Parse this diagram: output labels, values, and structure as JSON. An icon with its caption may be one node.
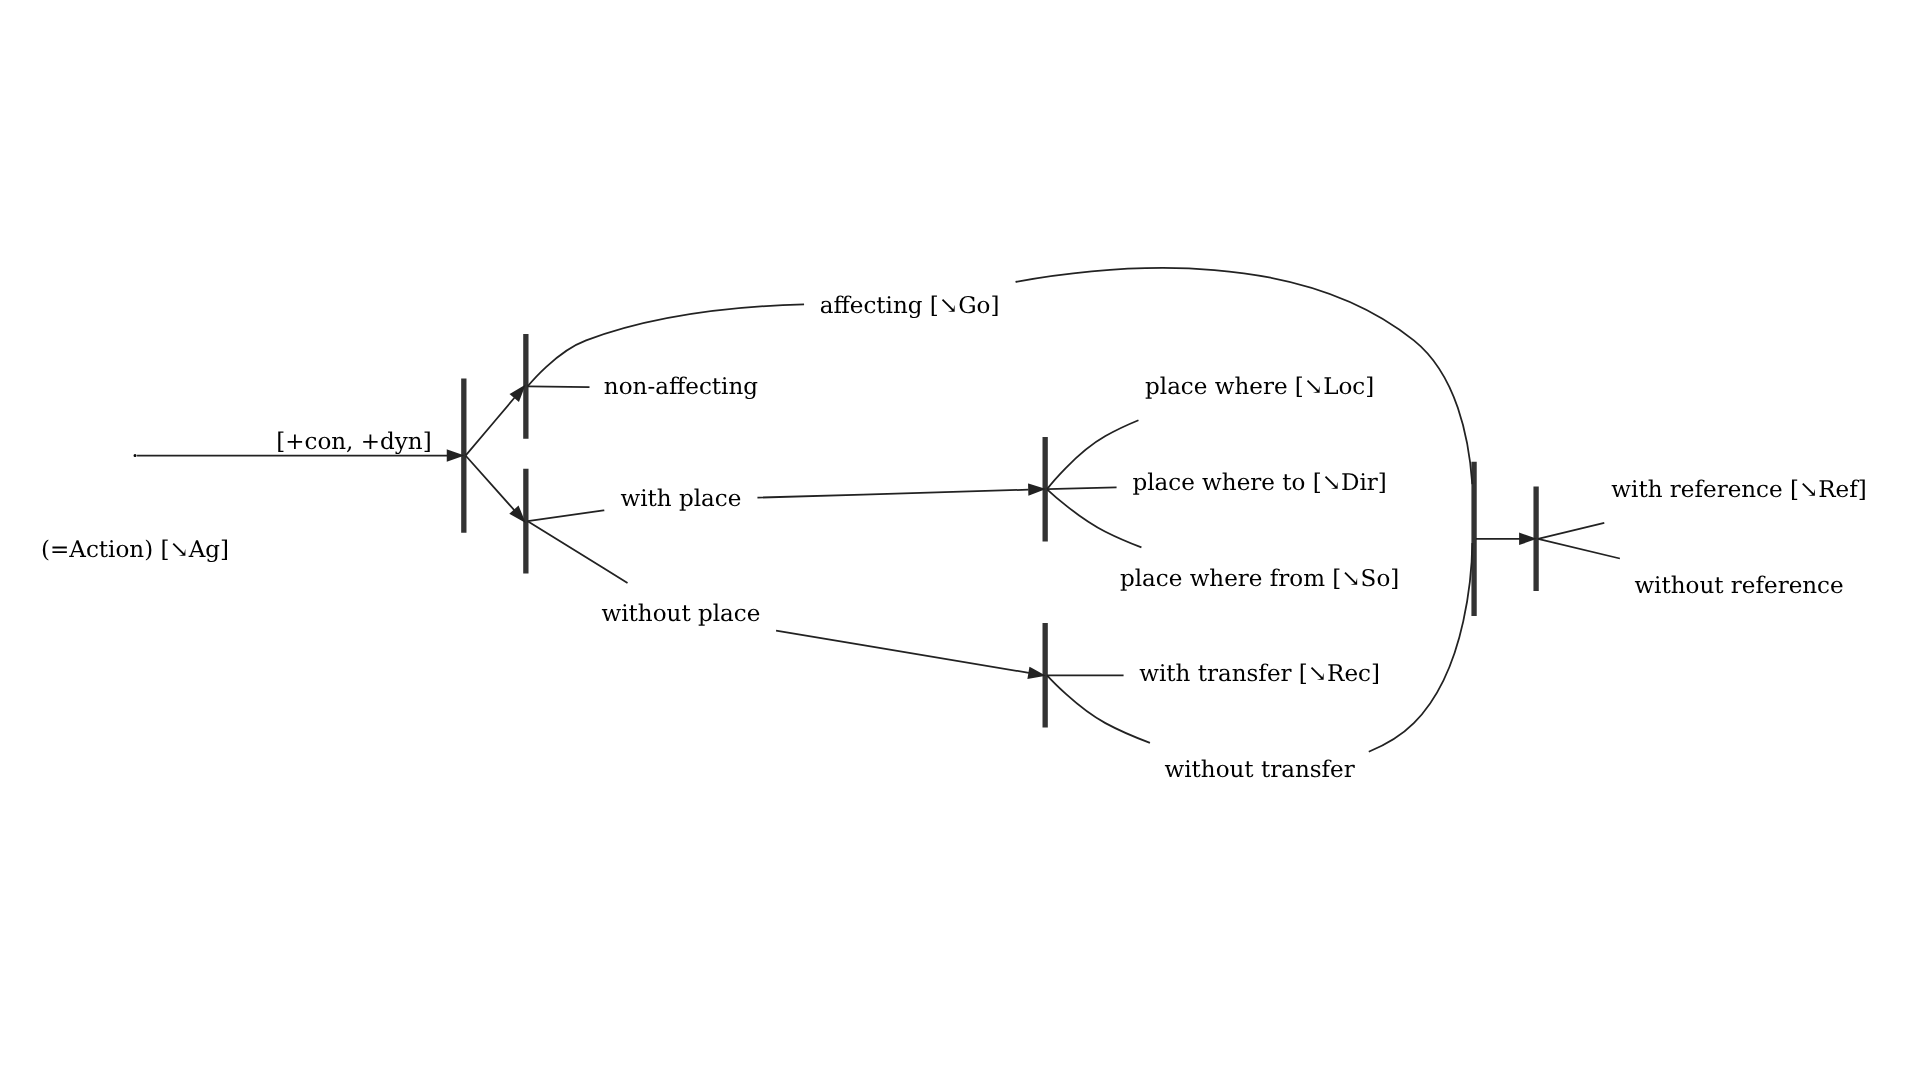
{
  "diagram": {
    "nodes": [
      {
        "text": [],
        "shape": "brace"
      },
      {
        "text": [],
        "shape": "bracket"
      },
      {
        "text": [
          "affecting [↘Go]"
        ]
      },
      {
        "text": [
          "non-affecting"
        ]
      },
      {
        "text": [],
        "shape": "bracket"
      },
      {
        "text": [
          "with place"
        ]
      },
      {
        "text": [
          "without place"
        ]
      },
      {
        "text": [],
        "shape": "bracket"
      },
      {
        "text": [
          "place where [↘Loc]"
        ]
      },
      {
        "text": [
          "place where to [↘Dir]"
        ]
      },
      {
        "text": [
          "place where from [↘So]"
        ]
      },
      {
        "text": [],
        "shape": "bracket"
      },
      {
        "text": [
          "with transfer [↘Rec]"
        ]
      },
      {
        "text": [
          "without transfer"
        ]
      },
      {
        "text": [],
        "shape": "brace"
      },
      {
        "text": [],
        "shape": "bracket"
      },
      {
        "text": [
          "with reference [↘Ref]"
        ]
      },
      {
        "text": [
          "without reference"
        ]
      }
    ],
    "edges": [
      {
        "from": null,
        "to": 0,
        "arrow": "to",
        "label": "[+con, +dyn]"
      },
      {
        "from": 0,
        "to": 1,
        "arrow": "to"
      },
      {
        "from": 0,
        "to": 4,
        "arrow": "to"
      },
      {
        "from": 1,
        "to": 2,
        "arrow": "none"
      },
      {
        "from": 1,
        "to": 3,
        "arrow": "none"
      },
      {
        "from": 4,
        "to": 5,
        "arrow": "none"
      },
      {
        "from": 4,
        "to": 6,
        "arrow": "none"
      },
      {
        "from": 5,
        "to": 7,
        "arrow": "to"
      },
      {
        "from": 6,
        "to": 11,
        "arrow": "to"
      },
      {
        "from": 7,
        "to": 8,
        "arrow": "none"
      },
      {
        "from": 7,
        "to": 9,
        "arrow": "none"
      },
      {
        "from": 7,
        "to": 10,
        "arrow": "none"
      },
      {
        "from": 11,
        "to": 12,
        "arrow": "none"
      },
      {
        "from": 11,
        "to": 13,
        "arrow": "none"
      },
      {
        "from": 2,
        "to": 14,
        "arrow": "none"
      },
      {
        "from": 13,
        "to": 14,
        "arrow": "none"
      },
      {
        "from": 14,
        "to": 15,
        "arrow": "to"
      },
      {
        "from": 15,
        "to": 16,
        "arrow": "none"
      },
      {
        "from": 15,
        "to": 17,
        "arrow": "none"
      }
    ],
    "labels": [
      "(=Action) [↘Ag]"
    ]
  }
}
